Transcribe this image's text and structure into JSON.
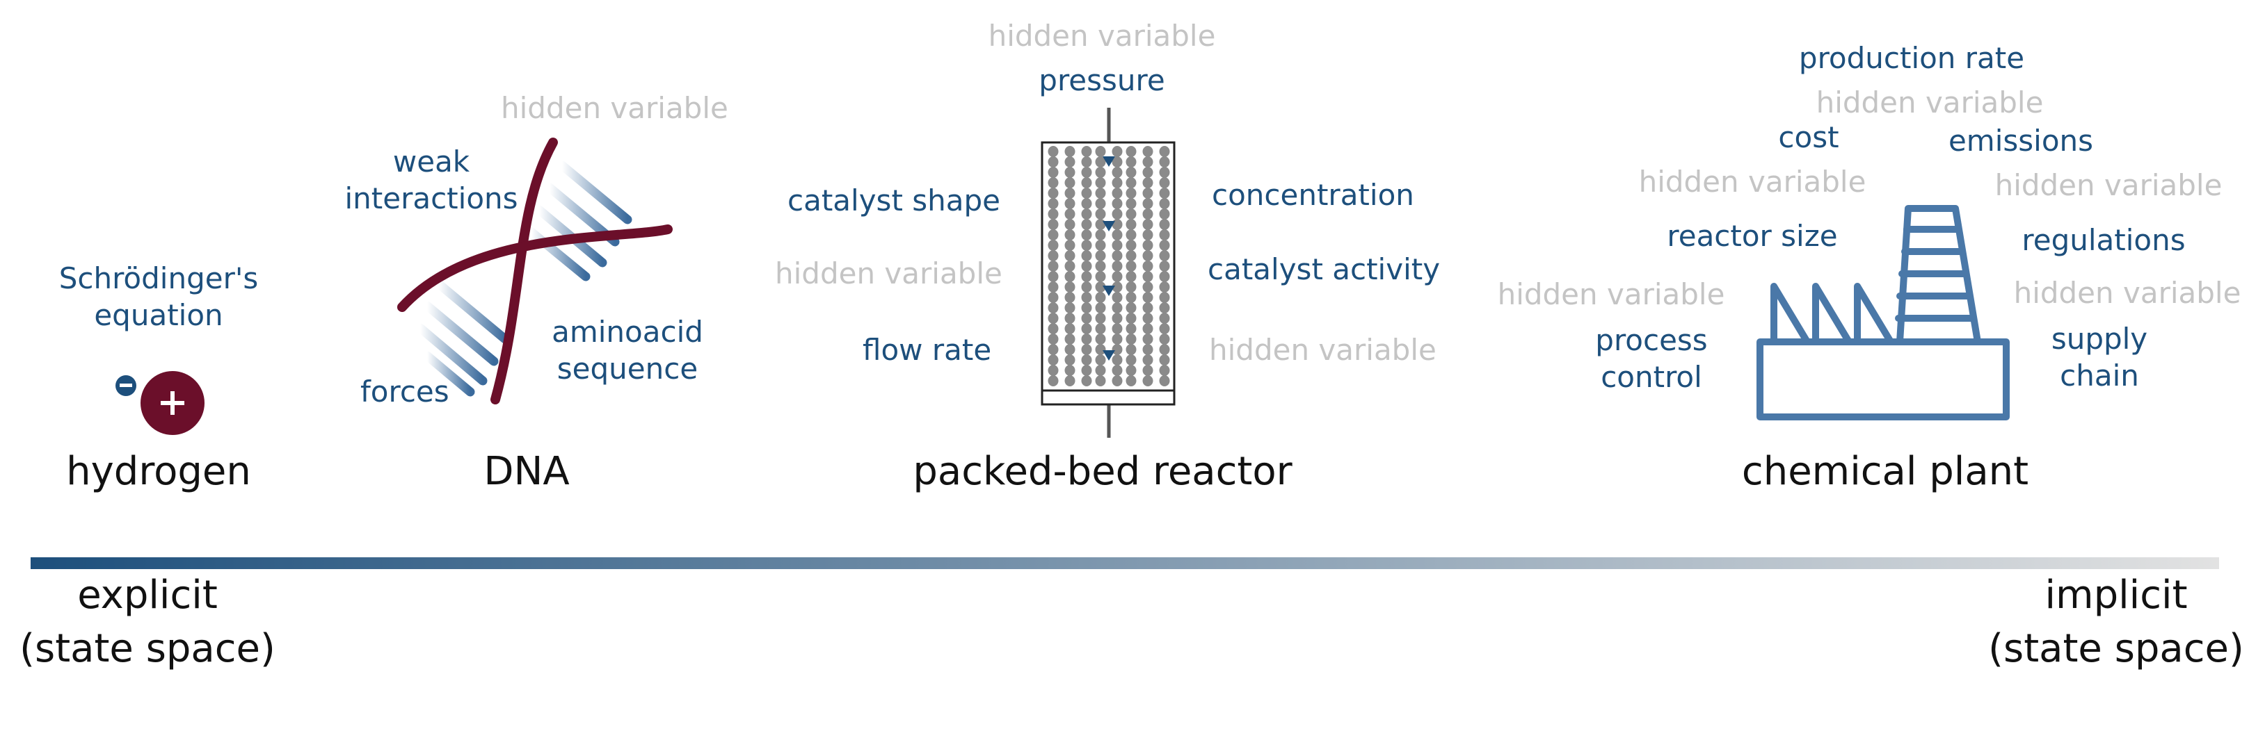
{
  "hydrogen": {
    "title": "hydrogen",
    "equation": "Schrödinger's\nequation",
    "electron_sign": "−",
    "proton_sign": "+"
  },
  "dna": {
    "title": "DNA",
    "weak_interactions": "weak\ninteractions",
    "forces": "forces",
    "aminoacid_sequence": "aminoacid\nsequence",
    "hidden": "hidden variable"
  },
  "reactor": {
    "title": "packed-bed reactor",
    "pressure": "pressure",
    "hidden_top": "hidden variable",
    "catalyst_shape": "catalyst shape",
    "hidden_left": "hidden variable",
    "flow_rate": "flow rate",
    "concentration": "concentration",
    "catalyst_activity": "catalyst activity",
    "hidden_right": "hidden variable"
  },
  "plant": {
    "title": "chemical plant",
    "production_rate": "production rate",
    "hidden_top": "hidden variable",
    "cost": "cost",
    "emissions": "emissions",
    "hidden_left_1": "hidden variable",
    "hidden_right_1": "hidden variable",
    "reactor_size": "reactor size",
    "regulations": "regulations",
    "hidden_left_2": "hidden variable",
    "hidden_right_2": "hidden variable",
    "process_control": "process\ncontrol",
    "supply_chain": "supply\nchain"
  },
  "scale": {
    "left": "explicit\n(state space)",
    "right": "implicit\n(state space)"
  },
  "colors": {
    "blue": "#1d4f7c",
    "gray": "#c4c4c4",
    "maroon": "#6b0f2a",
    "plant_blue": "#4a78a8",
    "gradient_start": "#1d4f7c",
    "gradient_end": "#e2e2e2"
  }
}
